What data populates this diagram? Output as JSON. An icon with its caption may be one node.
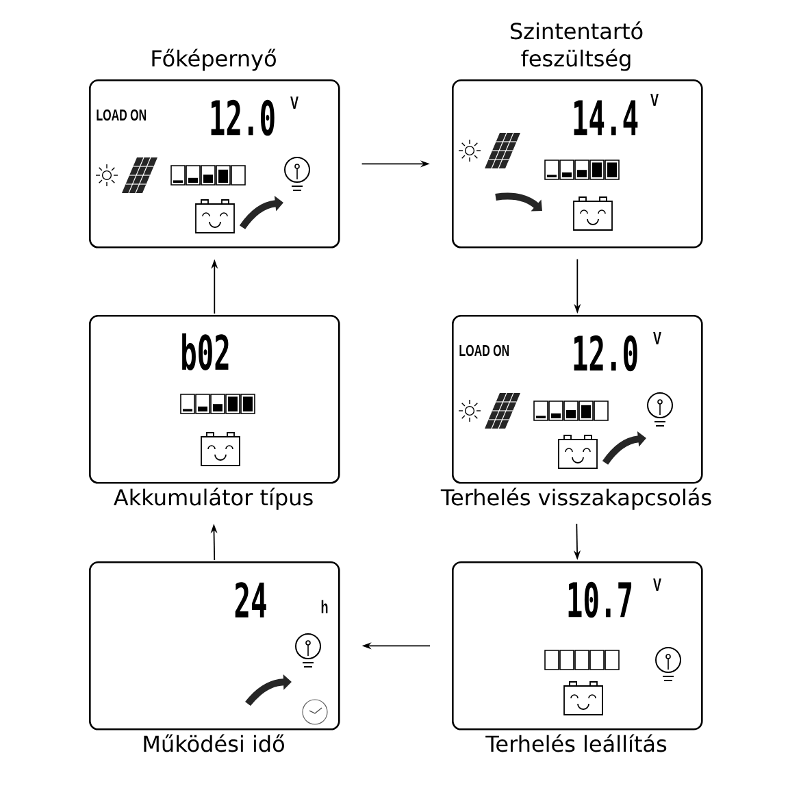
{
  "diagram": {
    "nodes": [
      {
        "text": [
          "Főképernyő",
          "LOAD ON",
          "12.0",
          "V"
        ]
      },
      {
        "text": [
          "Szintentartó feszültség",
          "14.4",
          "V"
        ]
      },
      {
        "text": [
          "b02",
          "Akkumulátor típus"
        ]
      },
      {
        "text": [
          "LOAD ON",
          "12.0",
          "V",
          "Terhelés visszakapcsolás"
        ]
      },
      {
        "text": [
          "24",
          "h",
          "Működési idő"
        ]
      },
      {
        "text": [
          "10.7",
          "V",
          "Terhelés leállítás"
        ]
      }
    ],
    "edges": [
      {
        "from": 0,
        "to": 1,
        "arrow": "to"
      },
      {
        "from": 1,
        "to": 3,
        "arrow": "to"
      },
      {
        "from": 3,
        "to": 5,
        "arrow": "to"
      },
      {
        "from": 5,
        "to": 4,
        "arrow": "to"
      },
      {
        "from": 4,
        "to": 2,
        "arrow": "to"
      },
      {
        "from": 2,
        "to": 0,
        "arrow": "to"
      }
    ]
  }
}
